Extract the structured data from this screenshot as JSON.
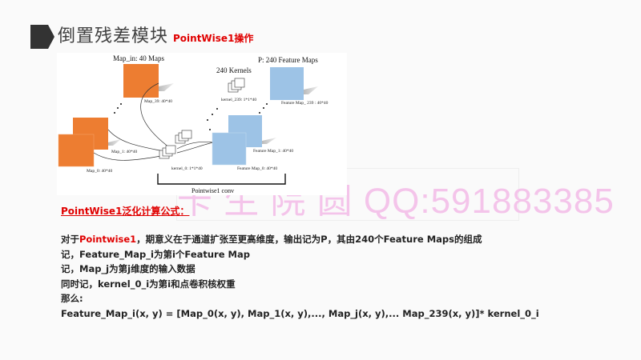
{
  "header": {
    "title": "倒置残差模块",
    "subtitle": "PointWise1操作"
  },
  "figure": {
    "map_in_label": "Map_in: 40 Maps",
    "kernels_label": "240 Kernels",
    "output_label": "P: 240 Feature Maps",
    "map_39_label": "Map_39: 40*40",
    "map_1_label": "Map_1: 40*40",
    "map_0_label": "Map_0: 40*40",
    "kernel_239_label": "kernel_239: 1*1*40",
    "kernel_0_label": "kernel_0: 1*1*40",
    "fmap_239_label": "Feature Map_ 239 : 40*40",
    "fmap_1_label": "Feature Map_1: 40*40",
    "fmap_0_label": "Feature Map_0: 40*40",
    "conv_label": "Pointwise1 conv",
    "colors": {
      "input": "#ed7d31",
      "output": "#9dc3e6"
    }
  },
  "watermark": {
    "text": "卡 生 院 圆 QQ:591883385"
  },
  "formula": {
    "heading": "PointWise1泛化计算公式：",
    "line1_prefix": "对于",
    "line1_highlight": "Pointwise1",
    "line1_suffix": "，期意义在于通道扩张至更高维度，输出记为P，其由240个Feature Maps的组成",
    "line2": "记，Feature_Map_i为第i个Feature Map",
    "line3": "记，Map_j为第j维度的输入数据",
    "line4": "同时记，kernel_0_i为第i和点卷积核权重",
    "line5": "那么:",
    "line6": "Feature_Map_i(x, y) = [Map_0(x, y), Map_1(x, y),..., Map_j(x, y),... Map_239(x, y)]* kernel_0_i"
  }
}
